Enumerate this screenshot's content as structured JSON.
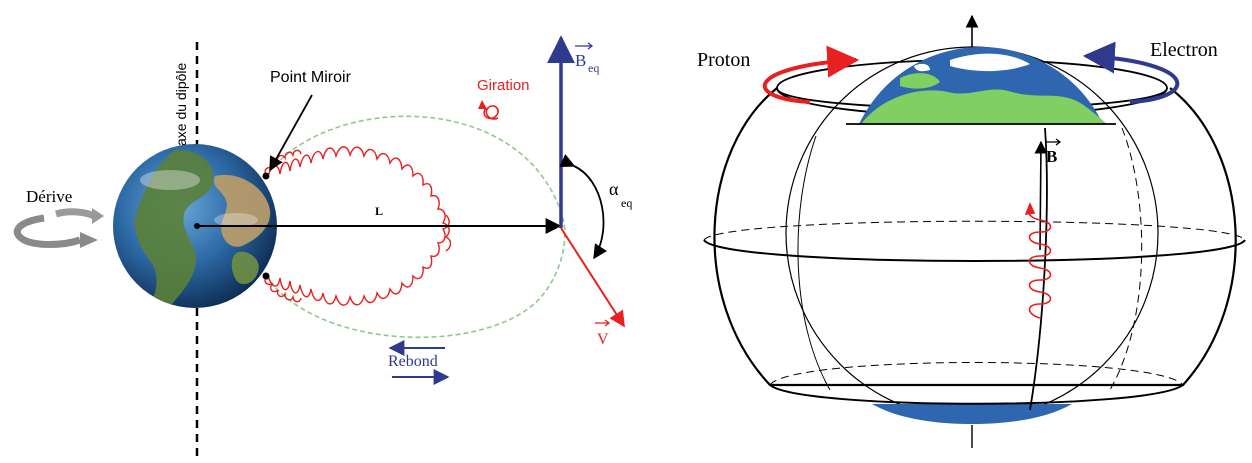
{
  "left_panel": {
    "labels": {
      "dipole_axis": "axe du dipôle",
      "mirror_point": "Point Miroir",
      "gyration": "Giration",
      "drift": "Dérive",
      "field_line_distance": "L",
      "field_vector": "B",
      "field_subscript": "eq",
      "pitch_angle": "α",
      "pitch_subscript": "eq",
      "velocity_vector": "V",
      "bounce": "Rebond"
    }
  },
  "right_panel": {
    "labels": {
      "proton": "Proton",
      "electron": "Electron",
      "field_vector": "B"
    }
  },
  "colors": {
    "red": "#e8201f",
    "navy": "#2f3a8f",
    "green_path": "#8fc98f",
    "ocean": "#2f66b0",
    "land": "#7fcf63",
    "gray_arrow": "#8a8a8a"
  }
}
